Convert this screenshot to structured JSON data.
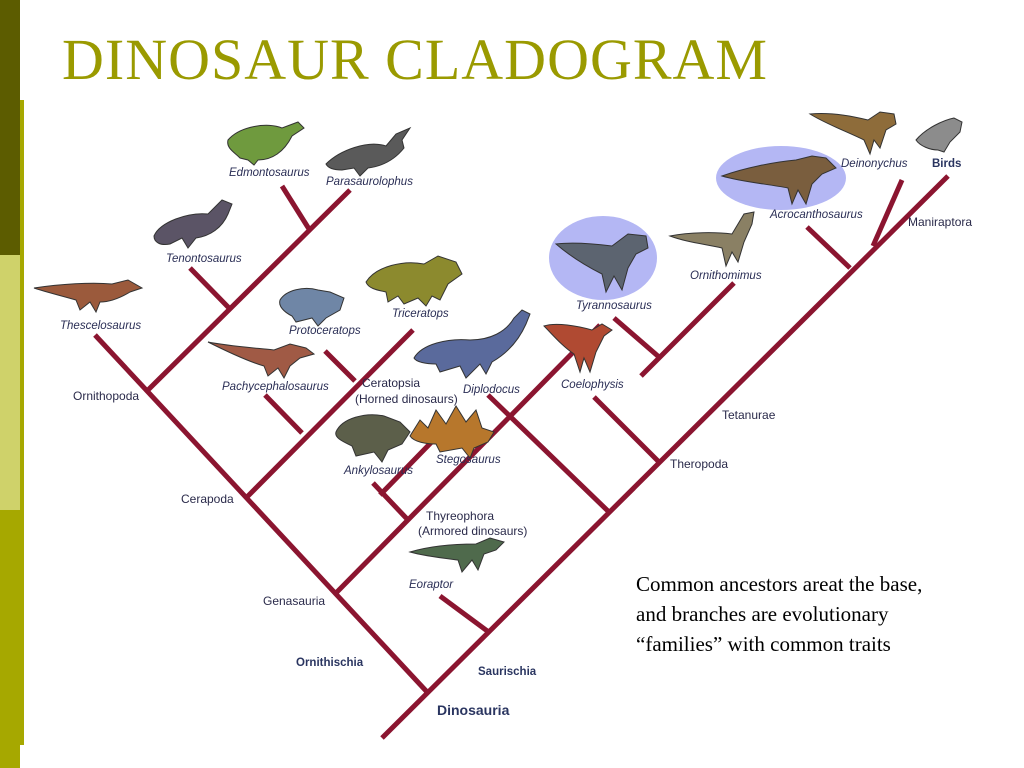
{
  "slide": {
    "title": "DINOSAUR CLADOGRAM",
    "caption": "Common ancestors areat the base, and branches are evolutionary “families” with common traits",
    "colors": {
      "title": "#9a9a00",
      "branch": "#8b1530",
      "sidebar_dark": "#5c5c00",
      "sidebar_mid": "#a6a800",
      "sidebar_light": "#cfd26a",
      "highlight": "#9b9ff0"
    }
  },
  "cladogram": {
    "root": {
      "label": "Dinosauria"
    },
    "clades": {
      "ornithischia": "Ornithischia",
      "saurischia": "Saurischia",
      "genasauria": "Genasauria",
      "cerapoda": "Cerapoda",
      "ornithopoda": "Ornithopoda",
      "ceratopsia_1": "Ceratopsia",
      "ceratopsia_2": "(Horned dinosaurs)",
      "thyreophora_1": "Thyreophora",
      "thyreophora_2": "(Armored dinosaurs)",
      "theropoda": "Theropoda",
      "tetanurae": "Tetanurae",
      "maniraptora": "Maniraptora"
    },
    "taxa": {
      "edmontosaurus": "Edmontosaurus",
      "parasaurolophus": "Parasaurolophus",
      "tenontosaurus": "Tenontosaurus",
      "thescelosaurus": "Thescelosaurus",
      "protoceratops": "Protoceratops",
      "triceratops": "Triceratops",
      "pachycephalosaurus": "Pachycephalosaurus",
      "ankylosaurus": "Ankylosaurus",
      "stegosaurus": "Stegosaurus",
      "eoraptor": "Eoraptor",
      "diplodocus": "Diplodocus",
      "coelophysis": "Coelophysis",
      "tyrannosaurus": "Tyrannosaurus",
      "ornithomimus": "Ornithomimus",
      "acrocanthosaurus": "Acrocanthosaurus",
      "deinonychus": "Deinonychus",
      "birds": "Birds"
    },
    "highlighted_taxa": [
      "Tyrannosaurus",
      "Acrocanthosaurus"
    ]
  }
}
